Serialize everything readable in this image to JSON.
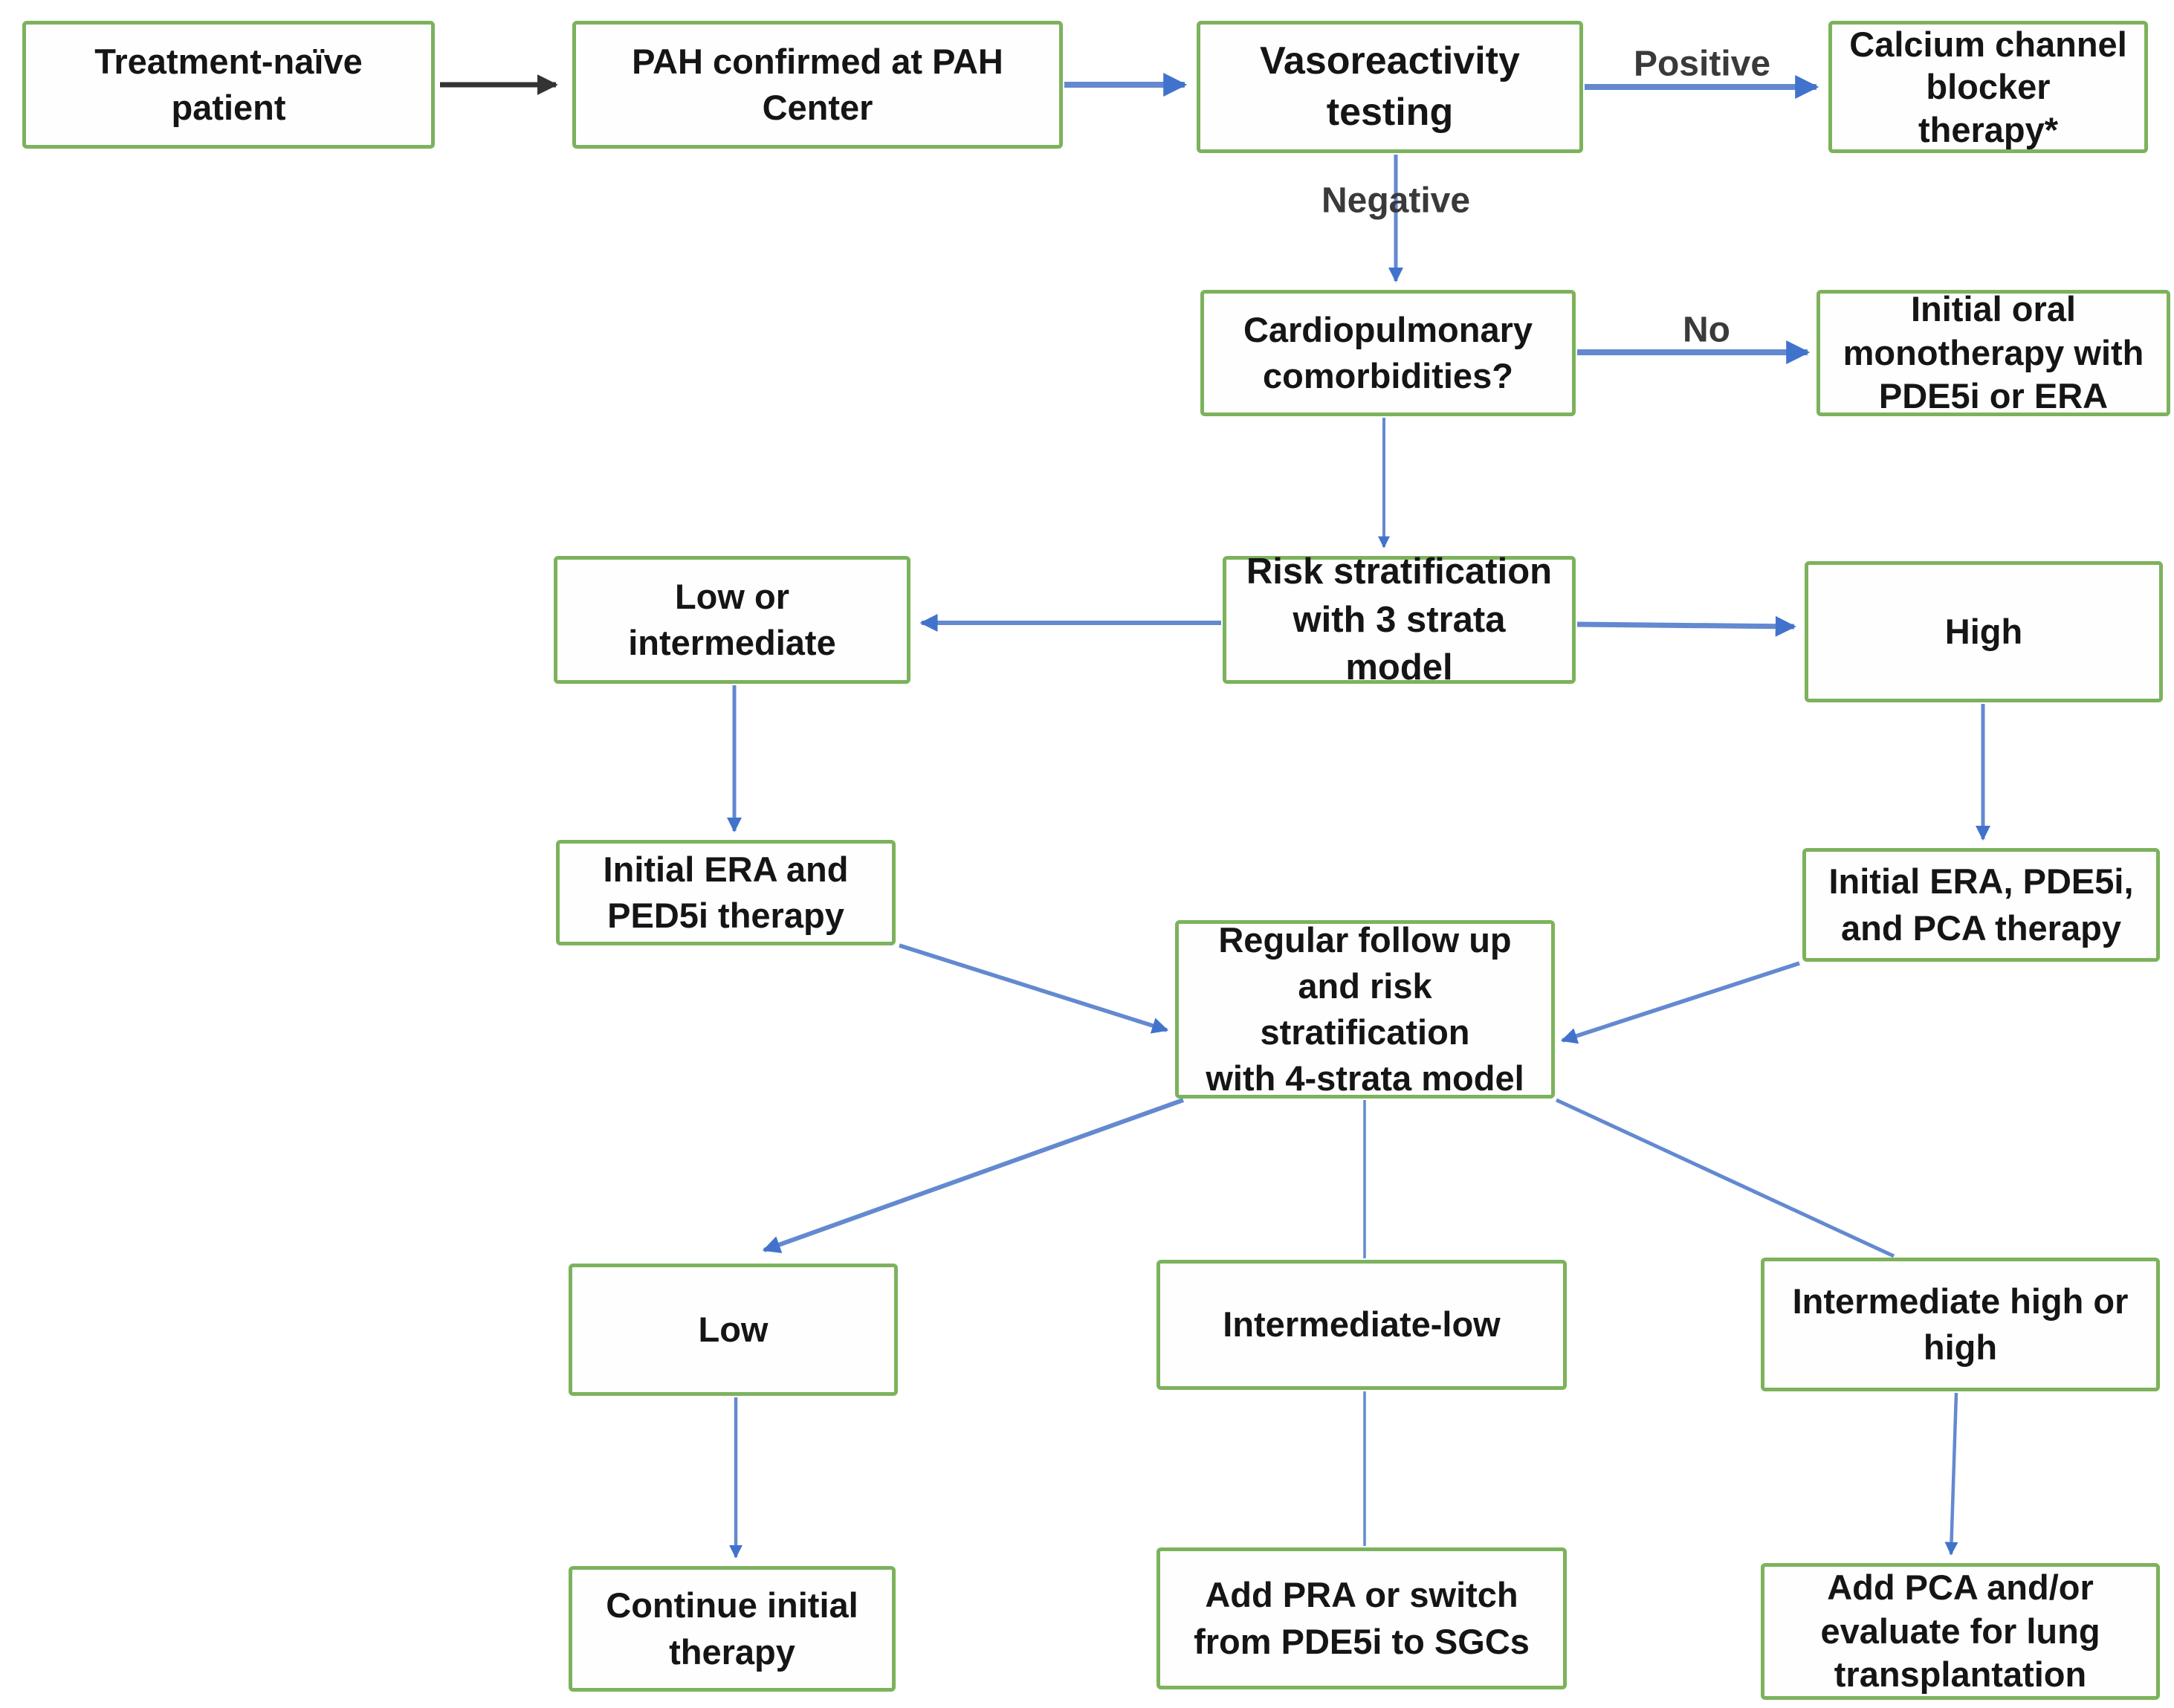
{
  "figure": {
    "type": "flowchart",
    "colors": {
      "box_border": "#7cb25c",
      "arrow": "#6389d0",
      "arrow_head": "#4173cd",
      "arrow_dark": "#333333",
      "text": "#151515",
      "label_text": "#3a3a3a",
      "background": "#ffffff"
    },
    "nodes": {
      "treatment_naive": {
        "label": "Treatment-naïve\npatient"
      },
      "pah_confirmed": {
        "label": "PAH confirmed at PAH\nCenter"
      },
      "vasoreactivity": {
        "label": "Vasoreactivity\ntesting"
      },
      "ccb_therapy": {
        "label": "Calcium channel\nblocker\ntherapy*"
      },
      "comorbidities": {
        "label": "Cardiopulmonary\ncomorbidities?"
      },
      "oral_monotherapy": {
        "label": "Initial oral\nmonotherapy with\nPDE5i or ERA"
      },
      "low_or_intermediate": {
        "label": "Low or\nintermediate"
      },
      "risk_3strata": {
        "label": "Risk stratification\nwith 3 strata model"
      },
      "high": {
        "label": "High"
      },
      "initial_era_ped5i": {
        "label": "Initial ERA and\nPED5i therapy"
      },
      "initial_era_pde5i_pca": {
        "label": "Initial ERA, PDE5i,\nand PCA therapy"
      },
      "regular_followup": {
        "label": "Regular follow up\nand risk stratification\nwith 4-strata model"
      },
      "low": {
        "label": "Low"
      },
      "intermediate_low": {
        "label": "Intermediate-low"
      },
      "intermediate_high_or_high": {
        "label": "Intermediate high or\nhigh"
      },
      "continue_initial": {
        "label": "Continue initial\ntherapy"
      },
      "add_pra_switch": {
        "label": "Add PRA or switch\nfrom PDE5i to SGCs"
      },
      "add_pca_lung": {
        "label": "Add PCA and/or\nevaluate for lung\ntransplantation"
      }
    },
    "edge_labels": {
      "positive": "Positive",
      "negative": "Negative",
      "no": "No"
    }
  }
}
